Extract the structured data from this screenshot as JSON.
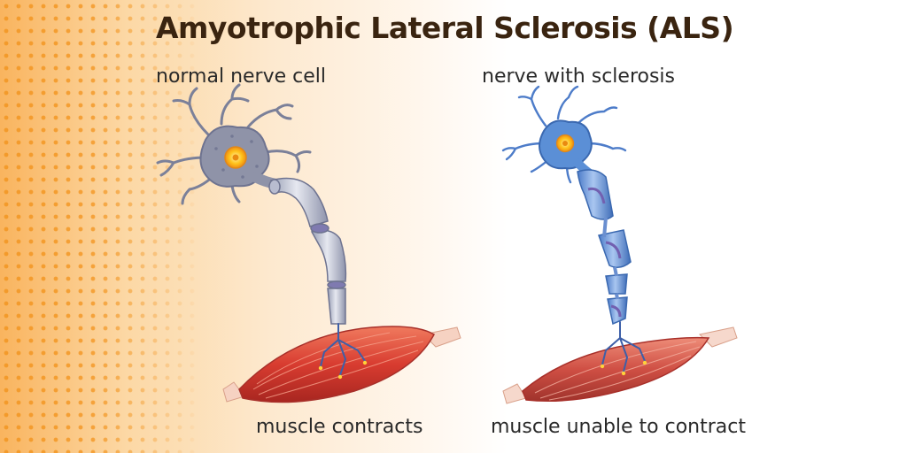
{
  "title": "Amyotrophic Lateral Sclerosis (ALS)",
  "labels": {
    "normal_nerve": "normal nerve cell",
    "sclerosis_nerve": "nerve with sclerosis",
    "muscle_normal": "muscle contracts",
    "muscle_sclerosis": "muscle unable to contract"
  },
  "colors": {
    "background_accent": "#f9b45e",
    "dots": "#f39a2a",
    "title_text": "#3a2410",
    "normal_neuron": "#8f93a8",
    "sclerosis_neuron": "#5b8fd6",
    "nucleus": "#ffc21a",
    "muscle": "#d9483a"
  }
}
